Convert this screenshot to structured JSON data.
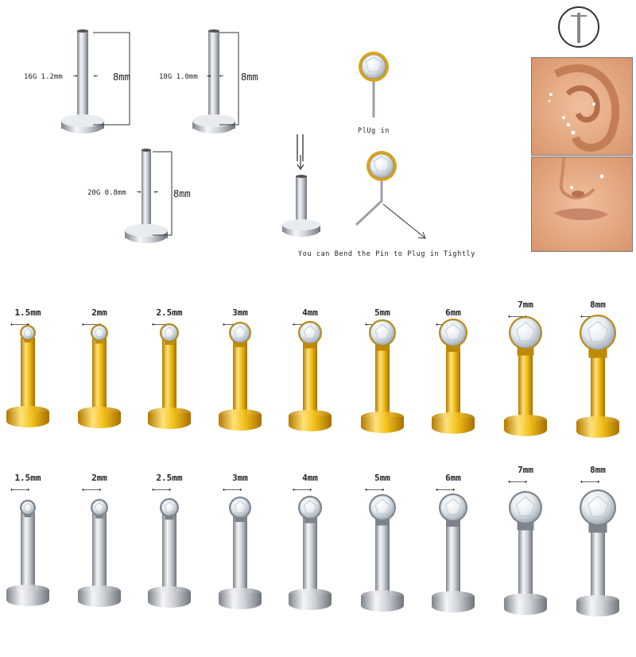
{
  "specs": [
    {
      "gauge": "16G 1.2mm",
      "length": "8mm"
    },
    {
      "gauge": "18G 1.0mm",
      "length": "8mm"
    },
    {
      "gauge": "20G 0.8mm",
      "length": "8mm"
    }
  ],
  "steps": {
    "plug_in": "PlUg in",
    "bend_pin": "You can Bend the Pin to Plug in Tightly"
  },
  "colors": {
    "gold": "#f2c01a",
    "gold_dark": "#c08a00",
    "steel": "#cfd3d8",
    "steel_dark": "#7d838b",
    "skin": "#e8b08c"
  },
  "sizes": {
    "gold": [
      "1.5mm",
      "2mm",
      "2.5mm",
      "3mm",
      "4mm",
      "5mm",
      "6mm",
      "7mm",
      "8mm"
    ],
    "silver": [
      "1.5mm",
      "2mm",
      "2.5mm",
      "3mm",
      "4mm",
      "5mm",
      "6mm",
      "7mm",
      "8mm"
    ]
  }
}
